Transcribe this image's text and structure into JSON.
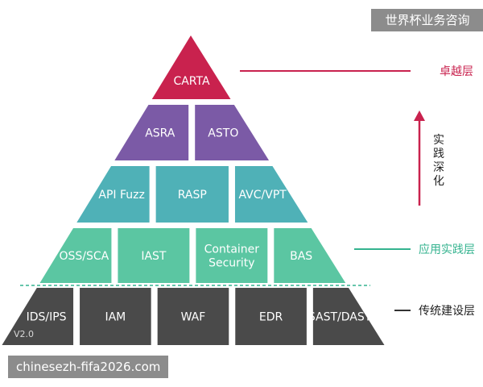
{
  "watermark_top": "世界杯业务咨询",
  "watermark_bottom": "chinesezh-fifa2026.com",
  "version": "V2.0",
  "colors": {
    "crimson": "#c9224e",
    "purple": "#7b5aa6",
    "teal": "#4fb1b7",
    "green": "#5bc6a2",
    "gray": "#4a4a4a",
    "green_line": "#34b38f",
    "gray_line": "#333333"
  },
  "pyramid": {
    "layers": [
      {
        "color_key": "crimson",
        "segments": [
          "CARTA"
        ]
      },
      {
        "color_key": "purple",
        "segments": [
          "ASRA",
          "ASTO"
        ]
      },
      {
        "color_key": "teal",
        "segments": [
          "API Fuzz",
          "RASP",
          "AVC/VPT"
        ]
      },
      {
        "color_key": "green",
        "segments": [
          "OSS/SCA",
          "IAST",
          "Container\nSecurity",
          "BAS"
        ]
      },
      {
        "color_key": "gray",
        "segments": [
          "IDS/IPS",
          "IAM",
          "WAF",
          "EDR",
          "SAST/DAST"
        ]
      }
    ]
  },
  "side_labels": {
    "top": "卓越层",
    "middle": "应用实践层",
    "bottom": "传统建设层",
    "arrow": "实践深化"
  }
}
